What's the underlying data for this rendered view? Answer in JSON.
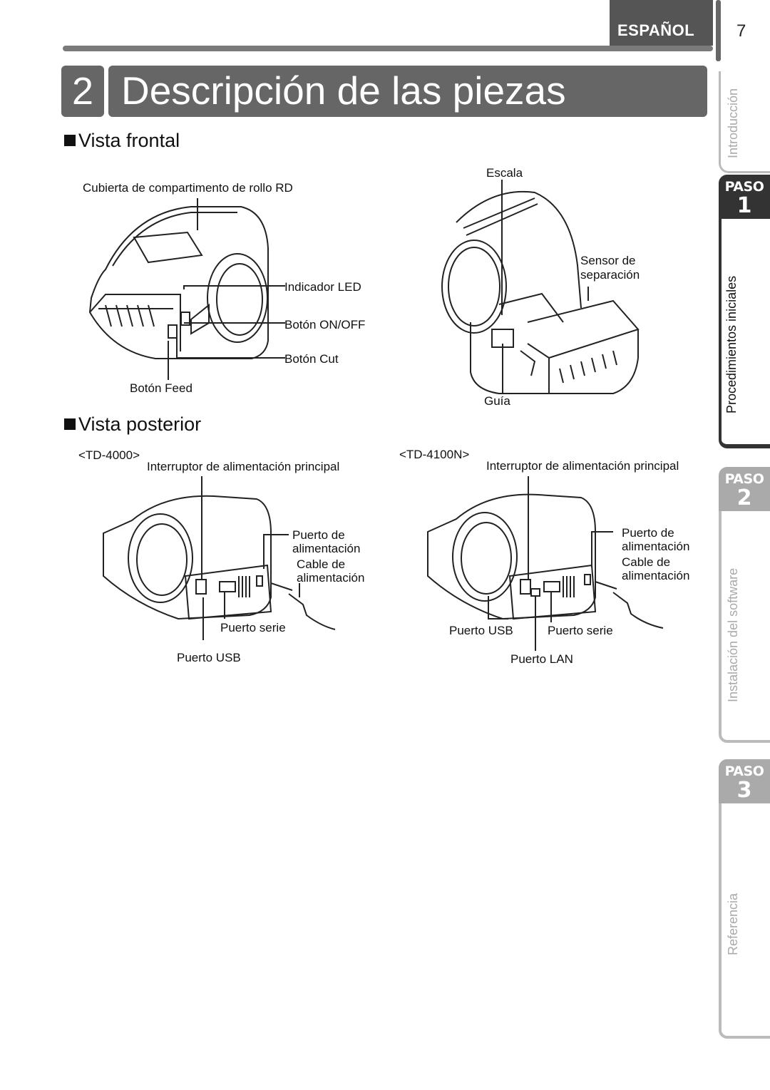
{
  "header": {
    "language": "ESPAÑOL",
    "page_number": "7"
  },
  "title": {
    "number": "2",
    "text": "Descripción de las piezas"
  },
  "front_view": {
    "heading": "Vista frontal",
    "labels": {
      "cover": "Cubierta de compartimento de rollo RD",
      "led": "Indicador LED",
      "on_off": "Botón ON/OFF",
      "cut": "Botón Cut",
      "feed": "Botón Feed",
      "scale": "Escala",
      "sensor_line1": "Sensor de",
      "sensor_line2": "separación",
      "guide": "Guía"
    }
  },
  "rear_view": {
    "heading": "Vista posterior",
    "left": {
      "model": "<TD-4000>",
      "power_switch": "Interruptor de alimentación principal",
      "power_port_line1": "Puerto de",
      "power_port_line2": "alimentación",
      "power_cable_line1": "Cable de",
      "power_cable_line2": "alimentación",
      "serial_port": "Puerto serie",
      "usb_port": "Puerto USB"
    },
    "right": {
      "model": "<TD-4100N>",
      "power_switch": "Interruptor de alimentación principal",
      "power_port_line1": "Puerto de",
      "power_port_line2": "alimentación",
      "power_cable_line1": "Cable de",
      "power_cable_line2": "alimentación",
      "usb_port": "Puerto USB",
      "serial_port": "Puerto serie",
      "lan_port": "Puerto LAN"
    }
  },
  "side_tabs": {
    "intro": "Introducción",
    "paso_word": "PASO",
    "step1": {
      "number": "1",
      "label": "Procedimientos iniciales"
    },
    "step2": {
      "number": "2",
      "label": "Instalación del software"
    },
    "step3": {
      "number": "3",
      "label": "Referencia"
    }
  },
  "colors": {
    "header_gray": "#555555",
    "title_gray": "#666666",
    "tab_dark": "#333333",
    "tab_light": "#aaaaaa"
  }
}
